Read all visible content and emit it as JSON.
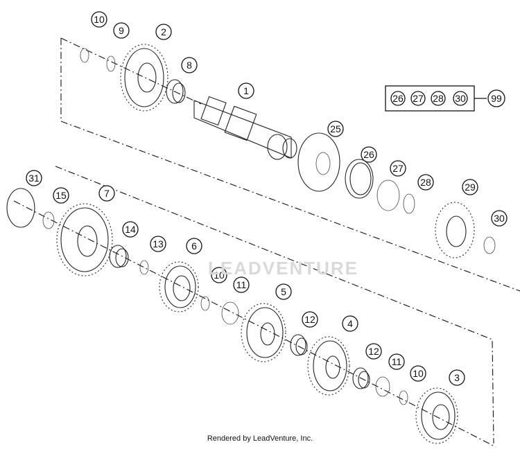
{
  "watermark_text": "LEADVENTURE",
  "footer": "Rendered by LeadVenture, Inc.",
  "kit": {
    "items": [
      "26",
      "27",
      "28",
      "30"
    ],
    "result": "99"
  },
  "callouts": [
    {
      "id": "c10a",
      "label": "10"
    },
    {
      "id": "c9",
      "label": "9"
    },
    {
      "id": "c2",
      "label": "2"
    },
    {
      "id": "c8",
      "label": "8"
    },
    {
      "id": "c1",
      "label": "1"
    },
    {
      "id": "c25",
      "label": "25"
    },
    {
      "id": "c26",
      "label": "26"
    },
    {
      "id": "c27",
      "label": "27"
    },
    {
      "id": "c28",
      "label": "28"
    },
    {
      "id": "c29",
      "label": "29"
    },
    {
      "id": "c30",
      "label": "30"
    },
    {
      "id": "c31",
      "label": "31"
    },
    {
      "id": "c15",
      "label": "15"
    },
    {
      "id": "c7",
      "label": "7"
    },
    {
      "id": "c14",
      "label": "14"
    },
    {
      "id": "c13",
      "label": "13"
    },
    {
      "id": "c6",
      "label": "6"
    },
    {
      "id": "c10b",
      "label": "10"
    },
    {
      "id": "c11a",
      "label": "11"
    },
    {
      "id": "c5",
      "label": "5"
    },
    {
      "id": "c12a",
      "label": "12"
    },
    {
      "id": "c4",
      "label": "4"
    },
    {
      "id": "c12b",
      "label": "12"
    },
    {
      "id": "c11b",
      "label": "11"
    },
    {
      "id": "c10c",
      "label": "10"
    },
    {
      "id": "c3",
      "label": "3"
    }
  ]
}
